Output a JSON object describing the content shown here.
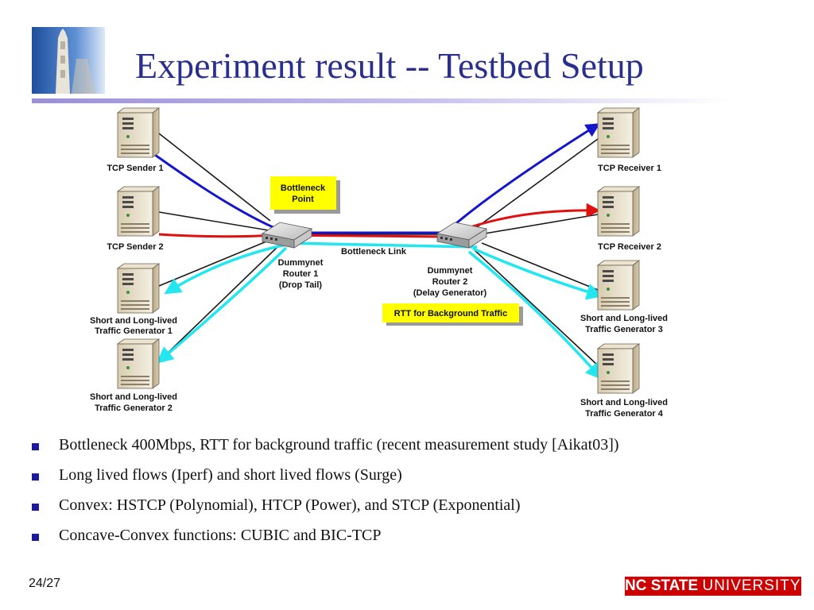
{
  "slide": {
    "title": "Experiment result -- Testbed Setup",
    "page_number": "24/27"
  },
  "logo": {
    "name_bold": "NC STATE",
    "name_light": "UNIVERSITY"
  },
  "diagram": {
    "nodes": {
      "sender1": "TCP Sender 1",
      "sender2": "TCP Sender 2",
      "gen1_line1": "Short and Long-lived",
      "gen1_line2": "Traffic Generator 1",
      "gen2_line1": "Short and Long-lived",
      "gen2_line2": "Traffic Generator 2",
      "receiver1": "TCP Receiver 1",
      "receiver2": "TCP Receiver 2",
      "gen3_line1": "Short and Long-lived",
      "gen3_line2": "Traffic Generator 3",
      "gen4_line1": "Short and Long-lived",
      "gen4_line2": "Traffic Generator 4"
    },
    "router1": {
      "line1": "Dummynet",
      "line2": "Router 1",
      "line3": "(Drop Tail)"
    },
    "router2": {
      "line1": "Dummynet",
      "line2": "Router 2",
      "line3": "(Delay Generator)"
    },
    "link_label": "Bottleneck Link",
    "callouts": {
      "bottleneck_line1": "Bottleneck",
      "bottleneck_line2": "Point",
      "rtt": "RTT for Background Traffic"
    }
  },
  "bullets": [
    "Bottleneck 400Mbps, RTT for background traffic (recent measurement study [Aikat03])",
    "Long lived flows (Iperf) and short lived flows (Surge)",
    "Convex: HSTCP (Polynomial), HTCP (Power), and STCP (Exponential)",
    "Concave-Convex functions: CUBIC and BIC-TCP"
  ],
  "colors": {
    "title": "#2a2f8e",
    "tcp_flow_1": "#1515cc",
    "tcp_flow_2": "#e01010",
    "background_traffic": "#22e6f0",
    "callout_fill": "#ffff00",
    "logo_red": "#cc0000"
  }
}
